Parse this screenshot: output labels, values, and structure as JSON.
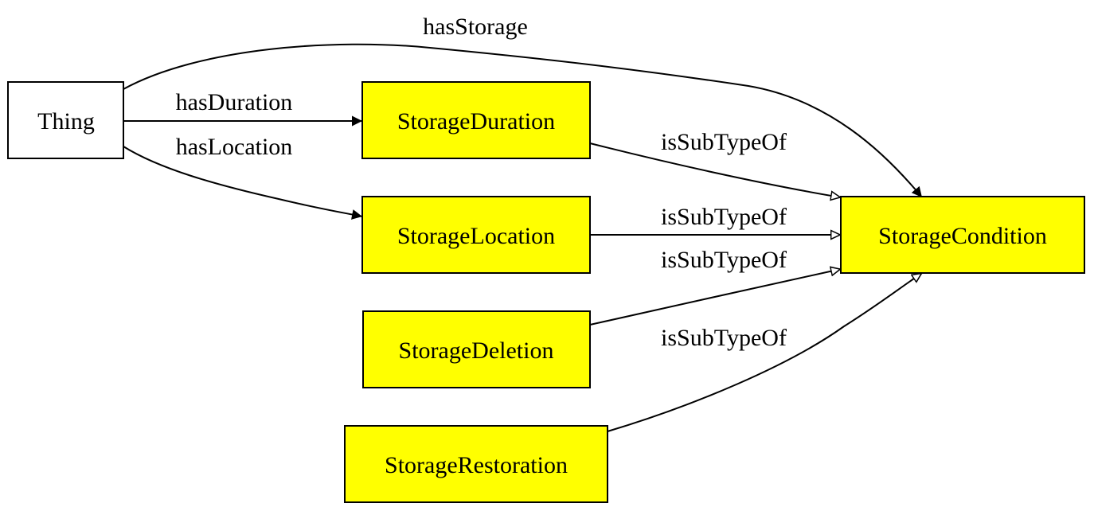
{
  "colors": {
    "class_fill": "#ffff00",
    "thing_fill": "#ffffff",
    "line": "#000000"
  },
  "nodes": {
    "thing": "Thing",
    "storage_duration": "StorageDuration",
    "storage_location": "StorageLocation",
    "storage_deletion": "StorageDeletion",
    "storage_restoration": "StorageRestoration",
    "storage_condition": "StorageCondition"
  },
  "edges": {
    "has_storage": "hasStorage",
    "has_duration": "hasDuration",
    "has_location": "hasLocation",
    "subtype_duration": "isSubTypeOf",
    "subtype_location": "isSubTypeOf",
    "subtype_deletion": "isSubTypeOf",
    "subtype_restoration": "isSubTypeOf"
  }
}
